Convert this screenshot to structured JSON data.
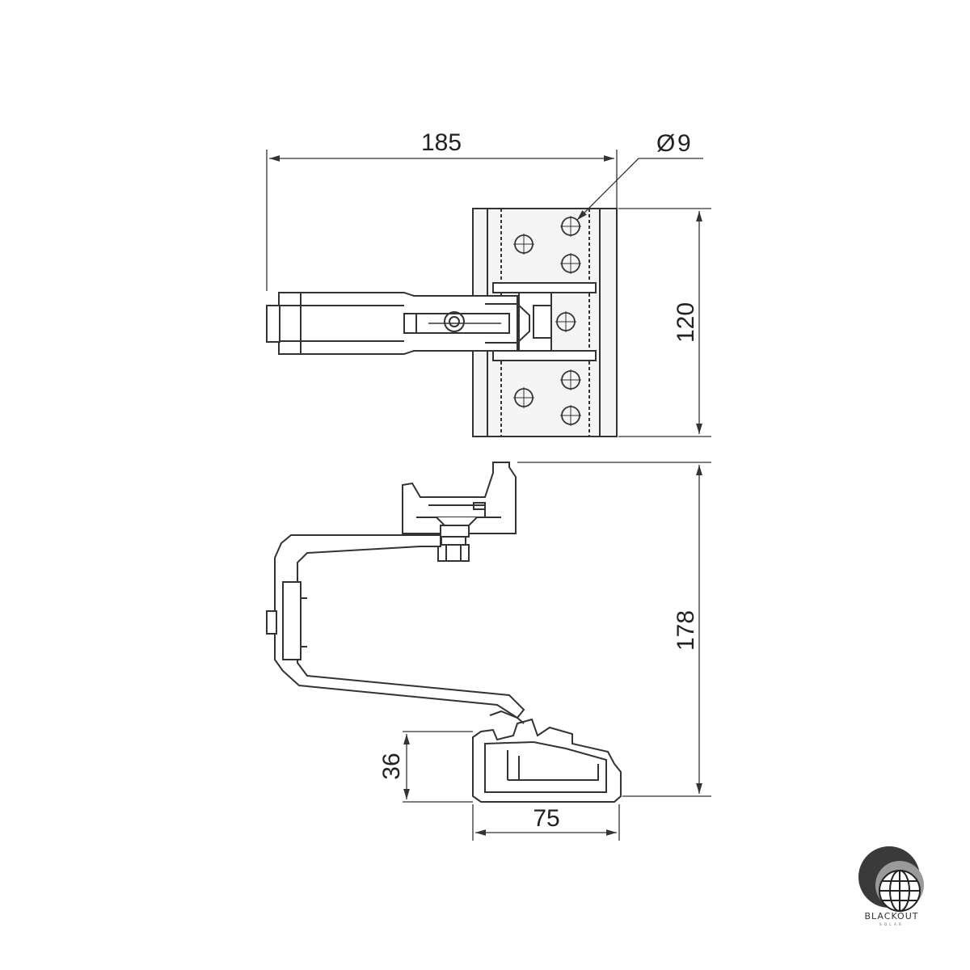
{
  "dimensions": {
    "top_width": "185",
    "hole_diameter": "9",
    "hole_diameter_symbol": "Ø",
    "plate_height": "120",
    "side_height": "178",
    "bracket_height": "36",
    "bracket_width": "75"
  },
  "logo": {
    "name": "BLACKOUT",
    "tagline": "SOLAR",
    "icon": "globe-icon"
  },
  "colors": {
    "line": "#333333",
    "plate_fill": "#f2f2f2",
    "logo_dark": "#3a3a3a",
    "logo_light": "#9a9a9a"
  }
}
